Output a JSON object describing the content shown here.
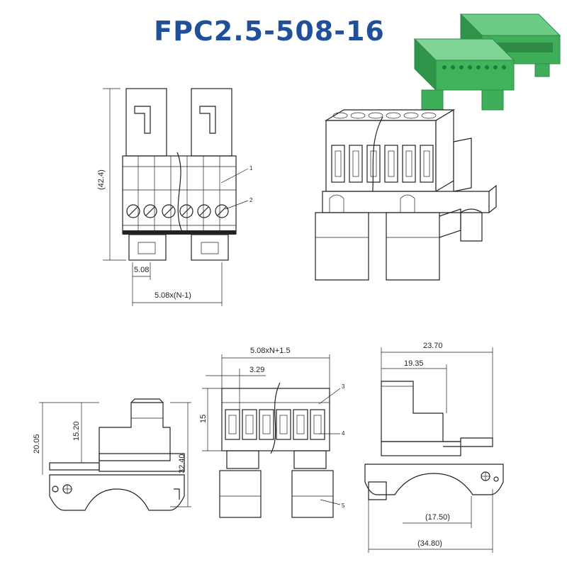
{
  "title": "FPC2.5-508-16",
  "colors": {
    "title": "#20509a",
    "product_green": "#3fae5a",
    "line": "#222222"
  },
  "dimensions": {
    "height_total": "(42.4)",
    "pitch": "5.08",
    "pitch_n": "5.08x(N-1)",
    "side_height": "20.05",
    "side_height_inner": "15.20",
    "side_height_total": "32.40",
    "front_width": "5.08xN+1.5",
    "front_pitch": "3.29",
    "front_height": "15",
    "end_width": "23.70",
    "end_width_inner": "19.35",
    "end_base_inner": "(17.50)",
    "end_base_total": "(34.80)"
  },
  "callouts": {
    "c1": "1",
    "c2": "2",
    "c3": "3",
    "c4": "4",
    "c5": "5"
  }
}
